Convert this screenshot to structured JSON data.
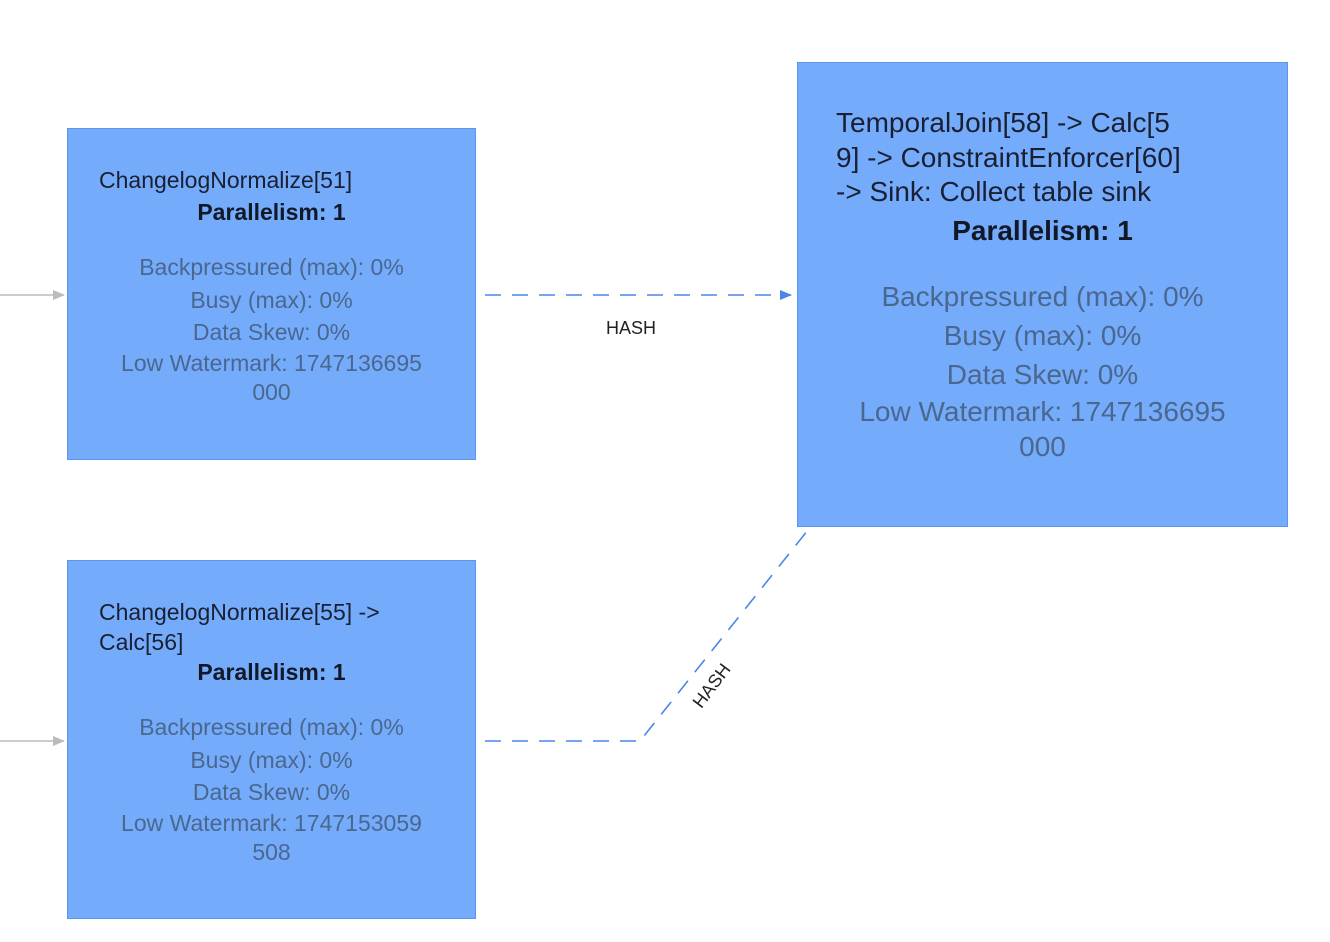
{
  "nodes": [
    {
      "title": "ChangelogNormalize[51]",
      "parallelism": "Parallelism: 1",
      "backpressured": "Backpressured (max): 0%",
      "busy": "Busy (max): 0%",
      "data_skew": "Data Skew: 0%",
      "low_watermark": "Low Watermark: 1747136695\n000"
    },
    {
      "title": "TemporalJoin[58] -> Calc[5\n9] -> ConstraintEnforcer[60]\n-> Sink: Collect table sink",
      "parallelism": "Parallelism: 1",
      "backpressured": "Backpressured (max): 0%",
      "busy": "Busy (max): 0%",
      "data_skew": "Data Skew: 0%",
      "low_watermark": "Low Watermark: 1747136695\n000"
    },
    {
      "title": "ChangelogNormalize[55] ->\nCalc[56]",
      "parallelism": "Parallelism: 1",
      "backpressured": "Backpressured (max): 0%",
      "busy": "Busy (max): 0%",
      "data_skew": "Data Skew: 0%",
      "low_watermark": "Low Watermark: 1747153059\n508"
    }
  ],
  "edges": [
    {
      "from": "ChangelogNormalize[51]",
      "to": "TemporalJoin[58]",
      "label": "HASH",
      "style": "dashed"
    },
    {
      "from": "ChangelogNormalize[55]",
      "to": "TemporalJoin[58]",
      "label": "HASH",
      "style": "dashed"
    }
  ],
  "colors": {
    "node_fill": "#74acfb",
    "node_border": "#5b95ee",
    "edge": "#4a86e8",
    "incoming_edge": "#bbbbbb",
    "metric_text": "#4a678f"
  }
}
